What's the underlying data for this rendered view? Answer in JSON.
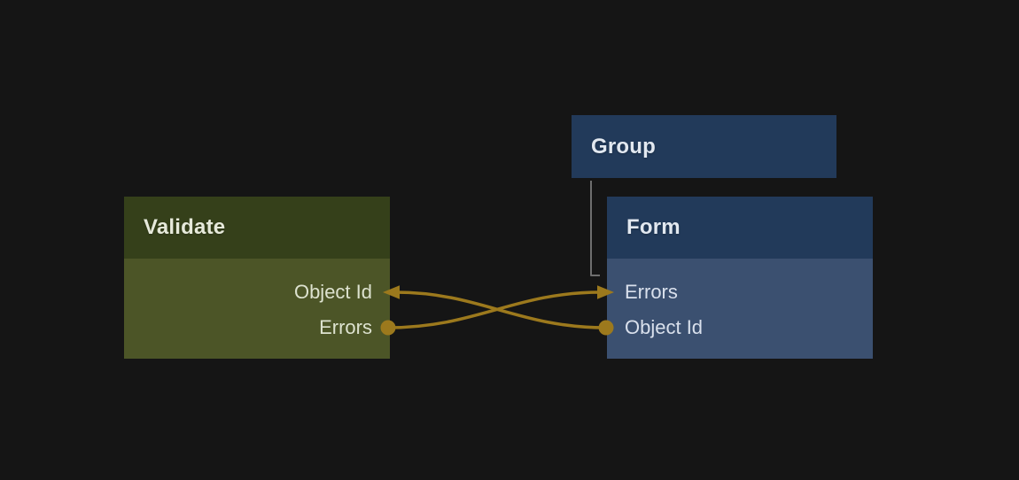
{
  "canvas": {
    "background": "#151515"
  },
  "colors": {
    "background": "#151515",
    "wire": "#9c791d",
    "port_dot": "#9c791d",
    "arrowhead": "#9c791d",
    "parent_link": "#6e6e6e",
    "validate_header": "#35401a",
    "validate_body": "#4c5527",
    "blue_header": "#223a5a",
    "form_body": "#3b5070"
  },
  "nodes": [
    {
      "id": "validate",
      "title": "Validate",
      "header_color": "#35401a",
      "body_color": "#4c5527",
      "fields": [
        {
          "label": "Object Id",
          "side": "right",
          "port": "input-arrow"
        },
        {
          "label": "Errors",
          "side": "right",
          "port": "output-dot"
        }
      ]
    },
    {
      "id": "group",
      "title": "Group",
      "header_color": "#223a5a",
      "fields": []
    },
    {
      "id": "form",
      "title": "Form",
      "header_color": "#223a5a",
      "body_color": "#3b5070",
      "fields": [
        {
          "label": "Errors",
          "side": "left",
          "port": "input-arrow"
        },
        {
          "label": "Object Id",
          "side": "left",
          "port": "output-dot"
        }
      ]
    }
  ],
  "connections": [
    {
      "from": "Validate.Errors",
      "to": "Form.Errors",
      "type": "wire",
      "color": "#9c791d"
    },
    {
      "from": "Form.Object Id",
      "to": "Validate.Object Id",
      "type": "wire",
      "color": "#9c791d"
    },
    {
      "from": "Group",
      "to": "Form",
      "type": "parent-link",
      "color": "#6e6e6e"
    }
  ]
}
